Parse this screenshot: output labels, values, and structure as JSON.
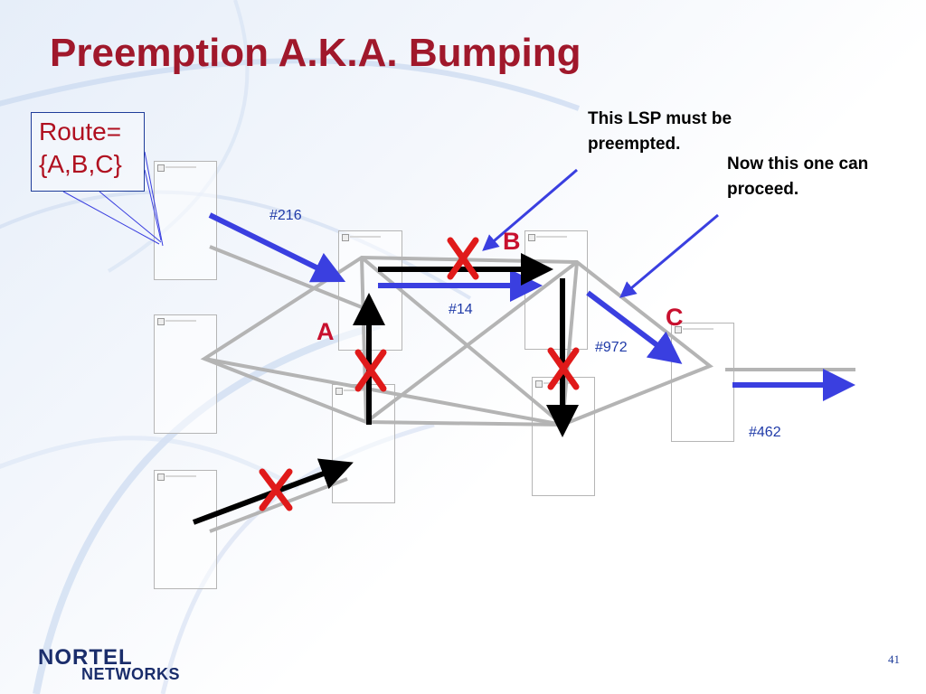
{
  "slide": {
    "title": "Preemption A.K.A. Bumping",
    "page_number": "41"
  },
  "route_box": {
    "line1": "Route=",
    "line2": "{A,B,C}"
  },
  "callouts": {
    "preempt_line1": "This LSP must be",
    "preempt_line2": "preempted.",
    "proceed_line1": "Now this one can",
    "proceed_line2": "proceed."
  },
  "lsps": {
    "lsp_216": "#216",
    "lsp_14": "#14",
    "lsp_972": "#972",
    "lsp_462": "#462"
  },
  "nodes": {
    "a": "A",
    "b": "B",
    "c": "C"
  },
  "logo": {
    "main": "NORTEL",
    "sub": "NETWORKS"
  },
  "colors": {
    "title": "#a0182b",
    "new_lsp_blue": "#3a3fe0",
    "preempted_black": "#000000",
    "blocked_x_red": "#e01a1a",
    "link_gray": "#b4b4b4"
  }
}
